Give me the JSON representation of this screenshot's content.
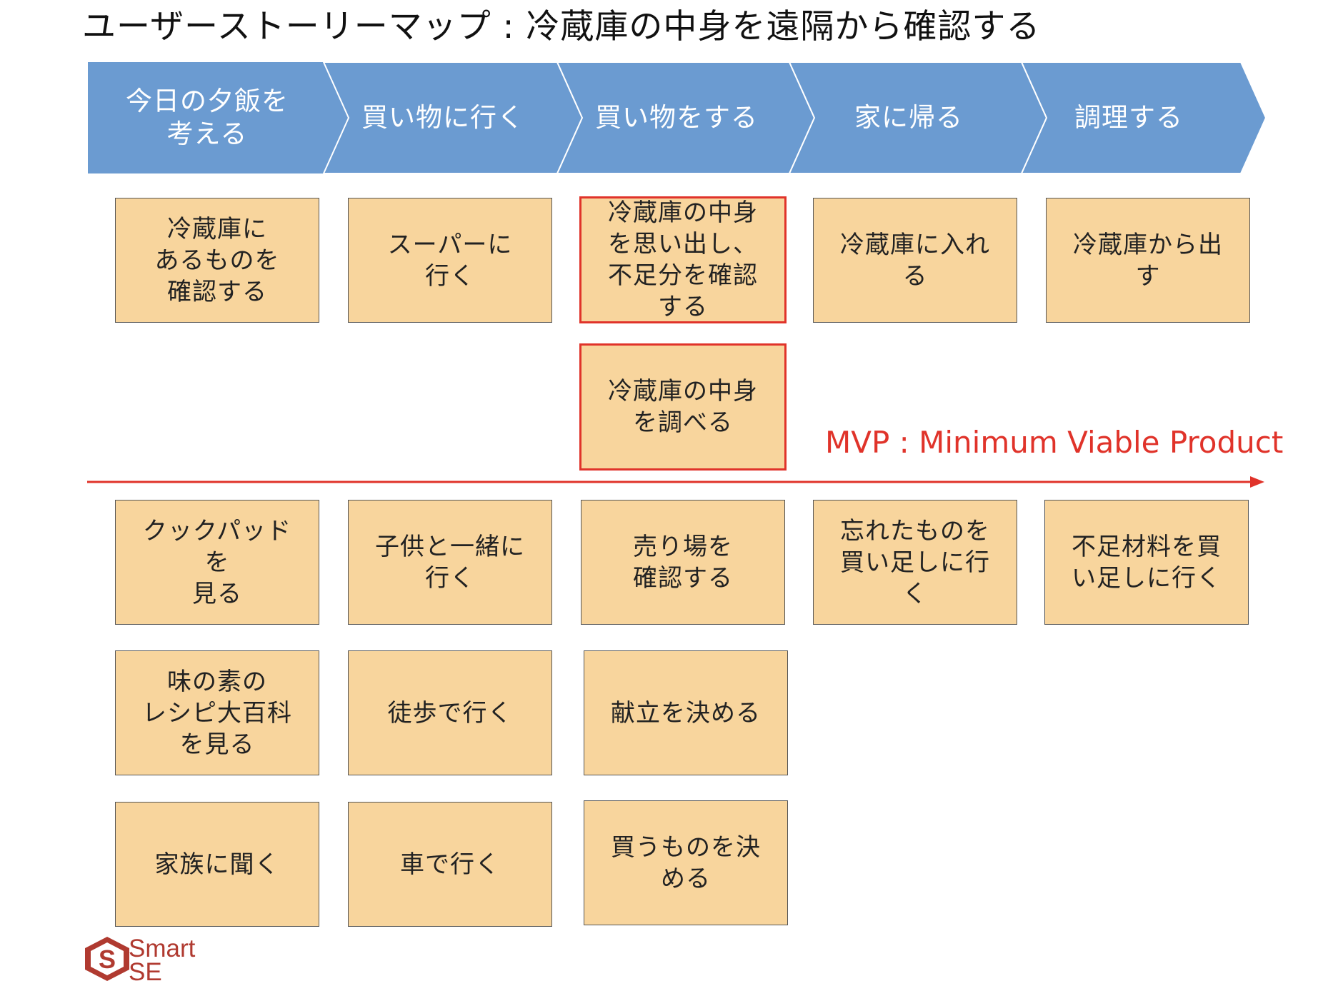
{
  "title": "ユーザーストーリーマップ : 冷蔵庫の中身を遠隔から確認する",
  "colors": {
    "chevron": "#6b9bd1",
    "card": "#f8d59d",
    "card_border": "#555555",
    "highlight": "#e0332a",
    "logo": "#b03a30"
  },
  "steps": [
    {
      "label": "今日の夕飯を\n考える"
    },
    {
      "label": "買い物に行く"
    },
    {
      "label": "買い物をする"
    },
    {
      "label": "家に帰る"
    },
    {
      "label": "調理する"
    }
  ],
  "mvp_label": "MVP : Minimum Viable Product",
  "mvp_cards": [
    {
      "text": "冷蔵庫に\nあるものを\n確認する"
    },
    {
      "text": "スーパーに\n行く"
    },
    {
      "text": "冷蔵庫の中身\nを思い出し、\n不足分を確認\nする"
    },
    {
      "text": "冷蔵庫に入れ\nる"
    },
    {
      "text": "冷蔵庫から出\nす"
    },
    {
      "text": "冷蔵庫の中身\nを調べる"
    }
  ],
  "backlog_cards": [
    {
      "text": "クックパッド\nを\n見る"
    },
    {
      "text": "子供と一緒に\n行く"
    },
    {
      "text": "売り場を\n確認する"
    },
    {
      "text": "忘れたものを\n買い足しに行\nく"
    },
    {
      "text": "不足材料を買\nい足しに行く"
    },
    {
      "text": "味の素の\nレシピ大百科\nを見る"
    },
    {
      "text": "徒歩で行く"
    },
    {
      "text": "献立を決める"
    },
    {
      "text": "家族に聞く"
    },
    {
      "text": "車で行く"
    },
    {
      "text": "買うものを決\nめる"
    }
  ],
  "logo": {
    "line1": "Smart",
    "line2": "SE"
  }
}
